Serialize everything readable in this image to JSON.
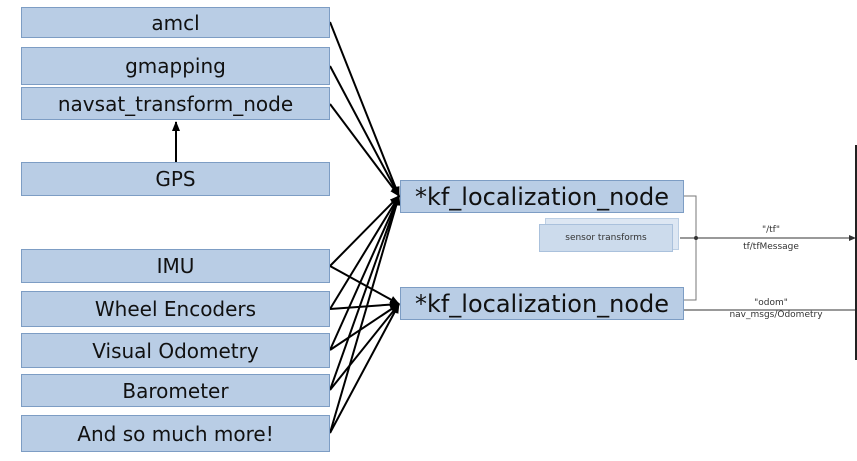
{
  "inputs_top": [
    "amcl",
    "gmapping",
    "navsat_transform_node"
  ],
  "gps": "GPS",
  "inputs_bottom": [
    "IMU",
    "Wheel Encoders",
    "Visual Odometry",
    "Barometer",
    "And so much more!"
  ],
  "kf_nodes": [
    "*kf_localization_node",
    "*kf_localization_node"
  ],
  "sensor_transforms": "sensor transforms",
  "tf_topic": "\"/tf\"",
  "tf_type": "tf/tfMessage",
  "odom_topic": "\"odom\"",
  "odom_type": "nav_msgs/Odometry",
  "colors": {
    "box_fill": "#b9cde5",
    "box_border": "#7d9dc4",
    "arrow": "#000000",
    "output_line": "#333333"
  }
}
